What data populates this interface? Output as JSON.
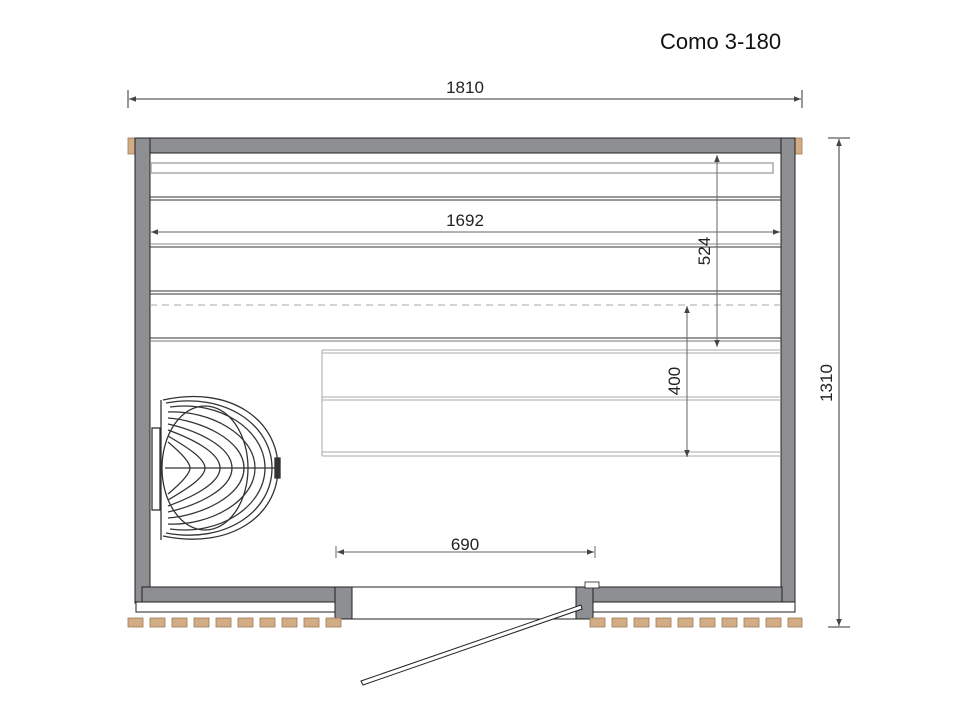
{
  "title": "Como 3-180",
  "dimensions": {
    "outer_width": "1810",
    "outer_depth": "1310",
    "bench_length": "1692",
    "upper_bench_depth": "524",
    "lower_bench_depth": "400",
    "door_width": "690"
  },
  "colors": {
    "wall": "#8e8f92",
    "brick": "#d2ac84",
    "line": "#222222",
    "bench_line": "#9a9a9a"
  }
}
